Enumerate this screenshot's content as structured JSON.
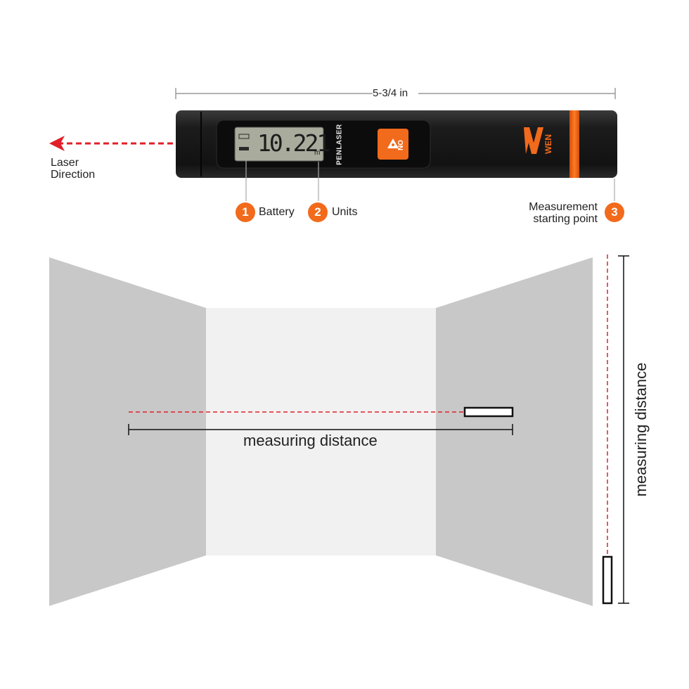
{
  "dimension": {
    "label": "5-3/4 in"
  },
  "laser": {
    "line1": "Laser",
    "line2": "Direction"
  },
  "device": {
    "display_reading": "10.221",
    "display_unit": "m",
    "brand_text": "PENLASER",
    "on_button_label": "ON",
    "logo_text": "WEN"
  },
  "callouts": [
    {
      "number": "1",
      "label": "Battery"
    },
    {
      "number": "2",
      "label": "Units"
    },
    {
      "number": "3",
      "label_line1": "Measurement",
      "label_line2": "starting point"
    }
  ],
  "room": {
    "horizontal_label": "measuring distance"
  },
  "vertical": {
    "label": "measuring distance"
  },
  "colors": {
    "accent": "#f26a1b",
    "laser": "#e0202a",
    "body": "#1b1b1b",
    "wall_side": "#c8c8c8",
    "wall_back": "#f1f1f1"
  }
}
